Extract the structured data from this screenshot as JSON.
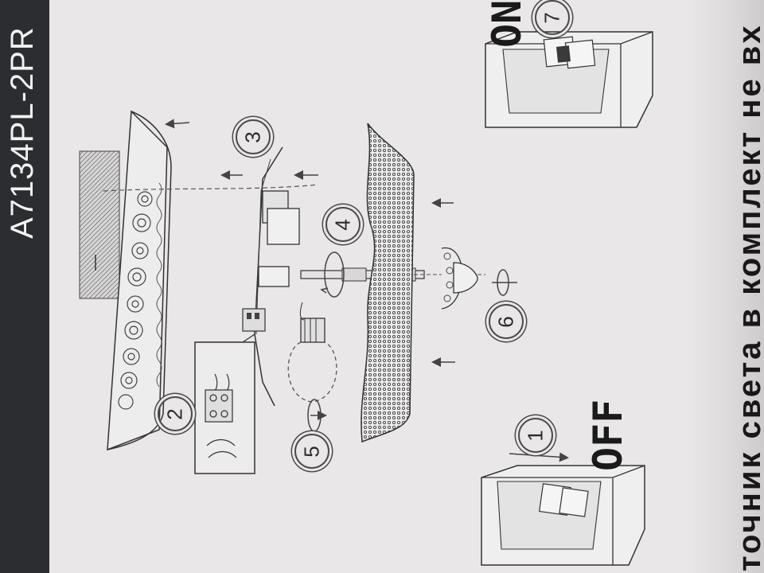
{
  "document": {
    "model": "A7134PL-2PR",
    "switch_off_label": "OFF",
    "switch_on_label": "ON",
    "notice_text": "точник света в комплект не вх",
    "steps": [
      "1",
      "2",
      "3",
      "4",
      "5",
      "6",
      "7"
    ]
  },
  "colors": {
    "paper": "#e9e7e8",
    "line": "#3a3a3a",
    "band": "#2b2d31"
  }
}
